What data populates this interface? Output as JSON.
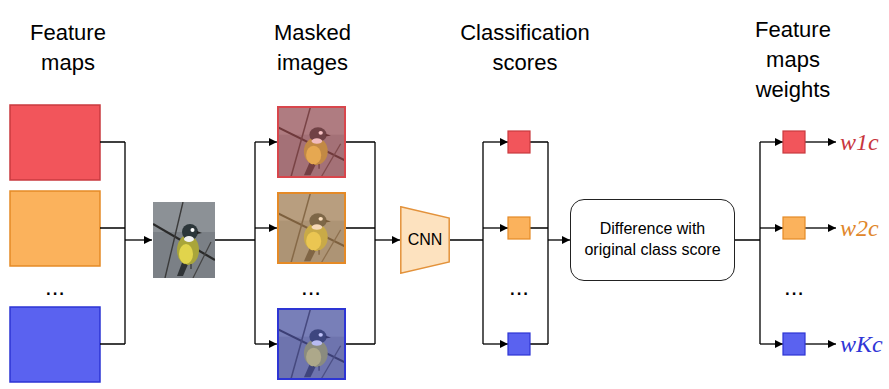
{
  "diagram": {
    "nodes": [
      {
        "text": [
          "CNN"
        ]
      },
      {
        "text": [
          "Difference with original class score"
        ]
      }
    ],
    "labels": [
      "Feature maps",
      "Masked images",
      "Classification scores",
      "Feature maps weights",
      "...",
      "...",
      "...",
      "...",
      "w1c",
      "w2c",
      "wKc"
    ]
  }
}
